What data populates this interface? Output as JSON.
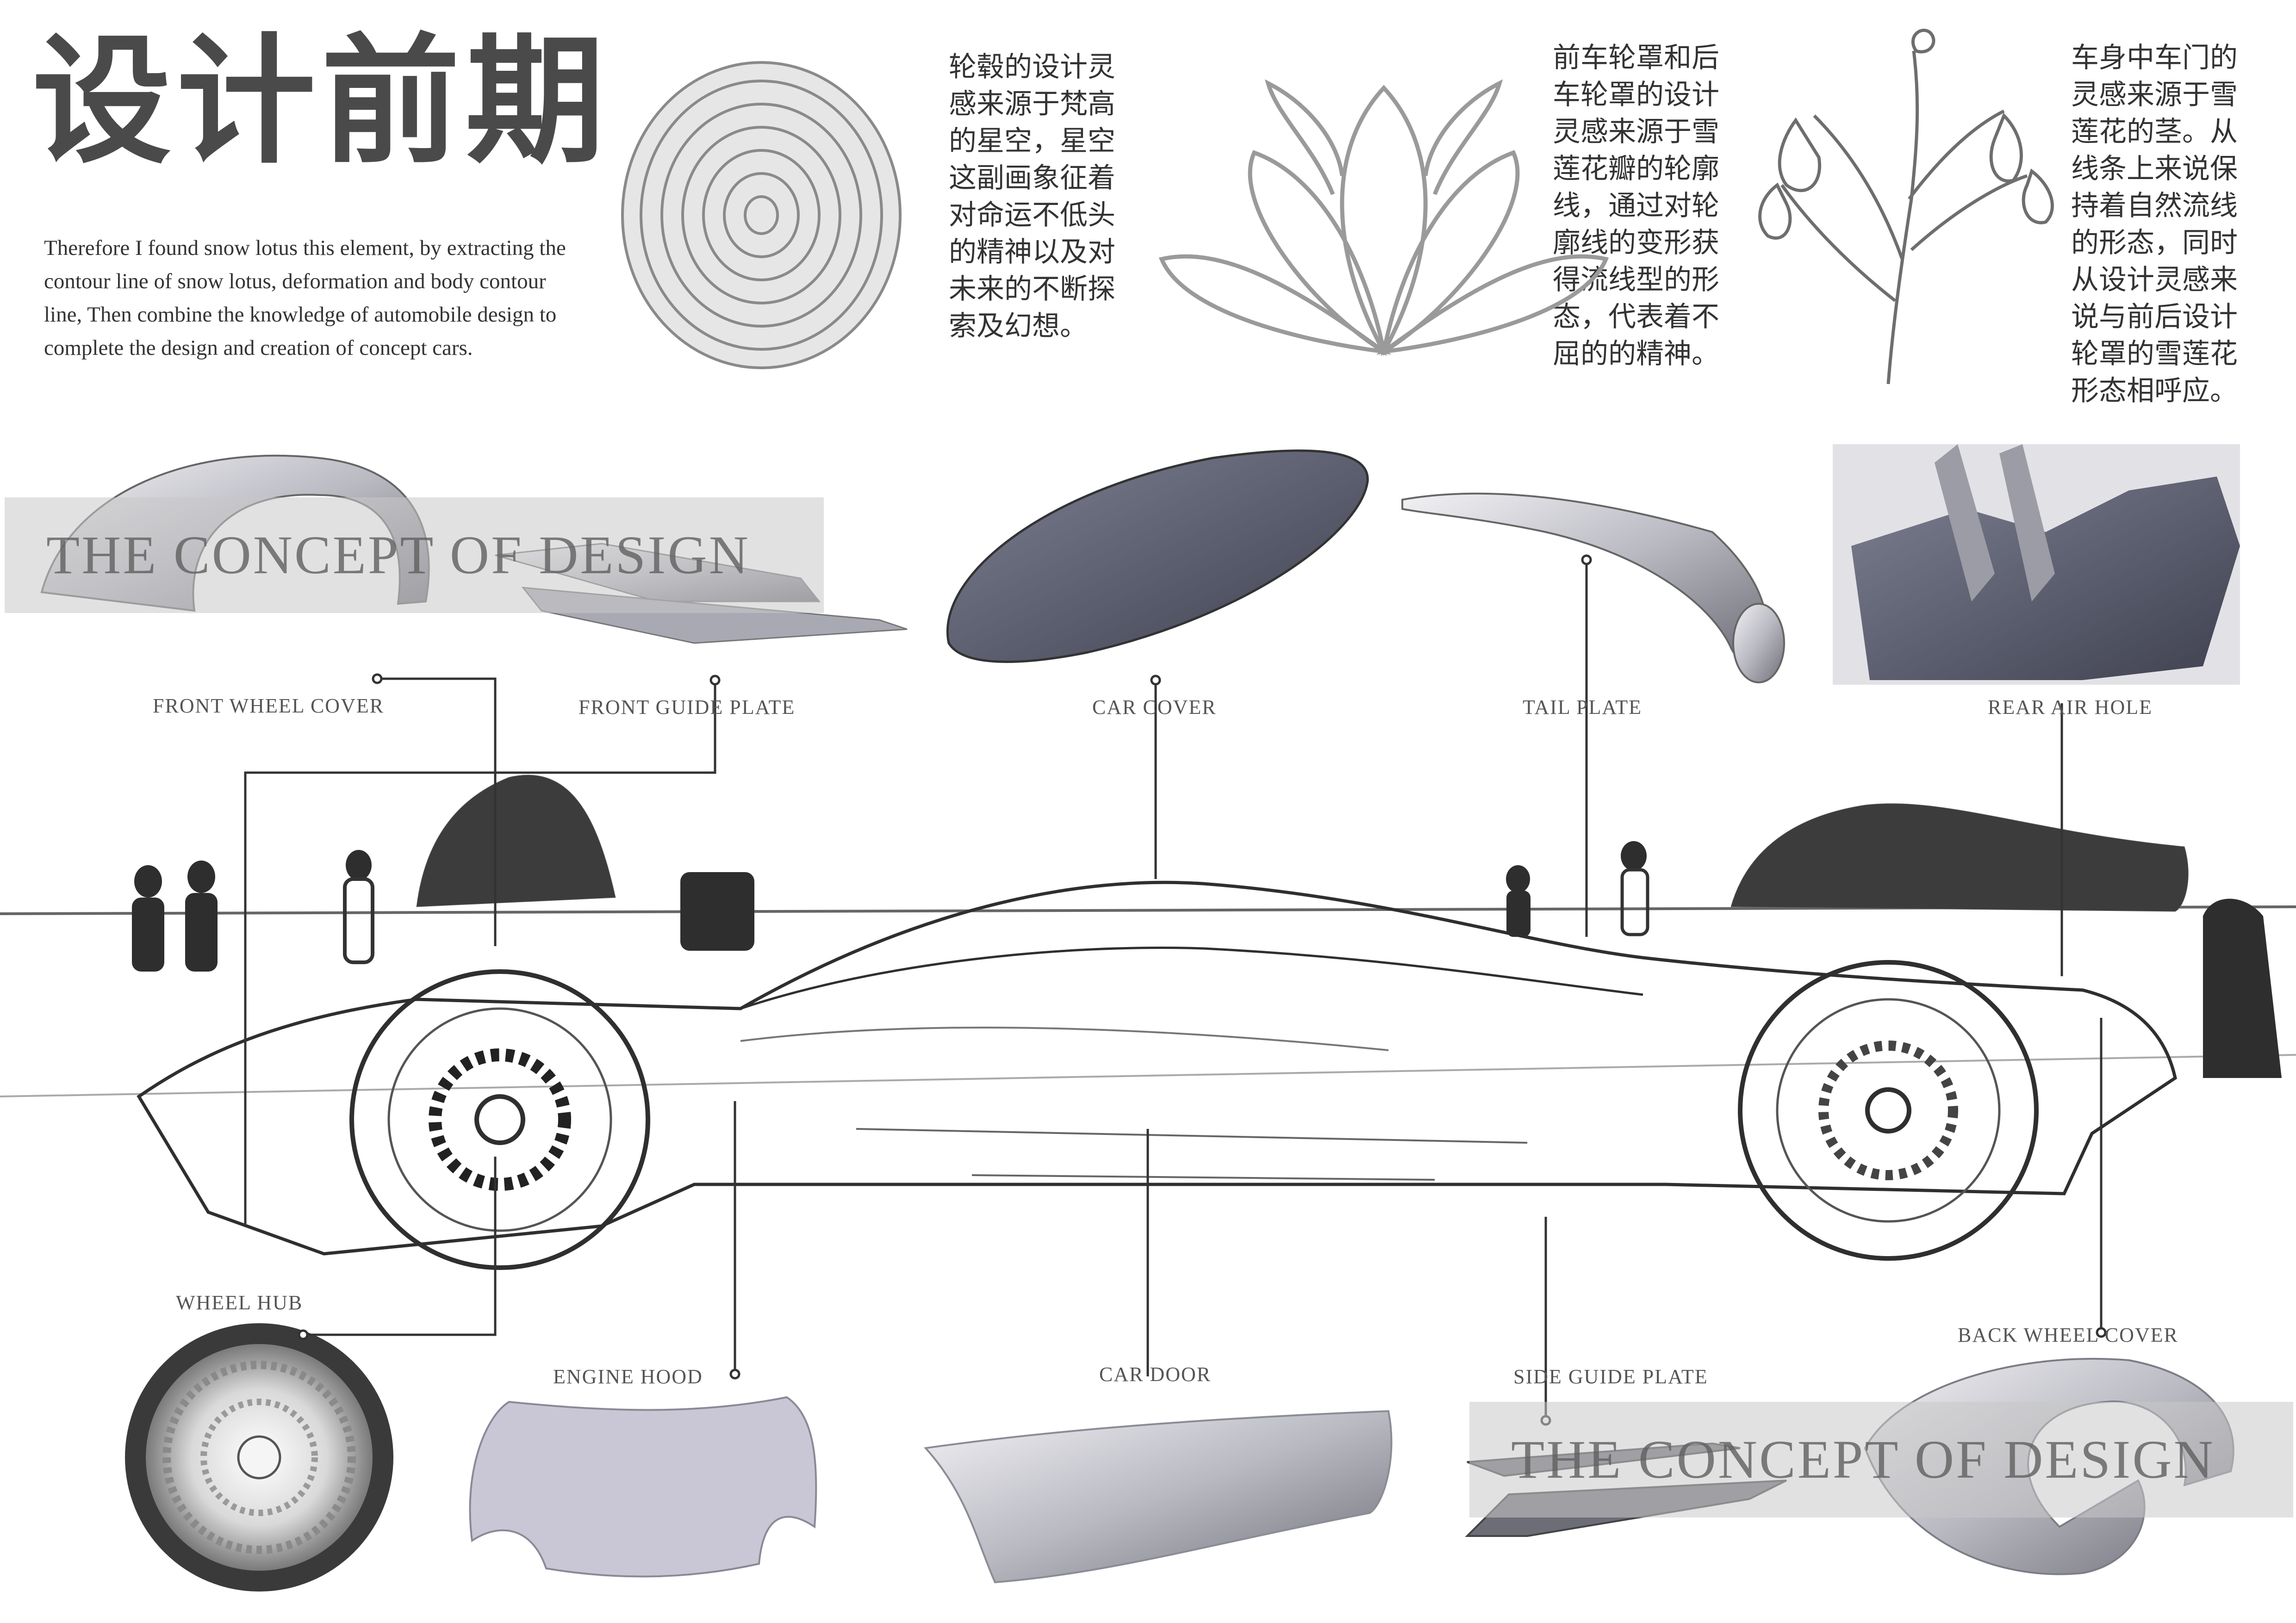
{
  "title": "设计前期",
  "intro": "Therefore I found snow lotus this element, by extracting the contour line of snow lotus, deformation and body contour line, Then combine the knowledge of automobile design to complete the design and creation of concept cars.",
  "notes": {
    "wheel_hub": [
      "轮毂的设计灵",
      "感来源于梵高",
      "的星空，星空",
      "这副画象征着",
      "对命运不低头",
      "的精神以及对",
      "未来的不断探",
      "索及幻想。"
    ],
    "wheel_cover": [
      "前车轮罩和后",
      "车轮罩的设计",
      "灵感来源于雪",
      "莲花瓣的轮廓",
      "线，通过对轮",
      "廓线的变形获",
      "得流线型的形",
      "态，代表着不",
      "屈的的精神。"
    ],
    "car_door": [
      "车身中车门的",
      "灵感来源于雪",
      "莲花的茎。从",
      "线条上来说保",
      "持着自然流线",
      "的形态，同时",
      "从设计灵感来",
      "说与前后设计",
      "轮罩的雪莲花",
      "形态相呼应。"
    ]
  },
  "banners": [
    "THE CONCEPT OF DESIGN",
    "THE CONCEPT OF DESIGN"
  ],
  "labels": {
    "front_wheel_cover": "FRONT WHEEL COVER",
    "front_guide_plate": "FRONT  GUIDE PLATE",
    "car_cover": "CAR COVER",
    "tail_plate": "TAIL PLATE",
    "rear_air_hole": "REAR AIR HOLE",
    "wheel_hub": "WHEEL HUB",
    "engine_hood": "ENGINE HOOD",
    "car_door": "CAR DOOR",
    "side_guide_plate": "SIDE GUIDE PLATE",
    "back_wheel_cover": "BACK WHEEL COVER"
  },
  "colors": {
    "title": "#4a4a4a",
    "leader_line": "#333333",
    "banner": "#c8c8c8"
  },
  "icons": [
    "starry-night-swirl-icon",
    "snow-lotus-outline-icon",
    "snow-lotus-stem-icon"
  ]
}
